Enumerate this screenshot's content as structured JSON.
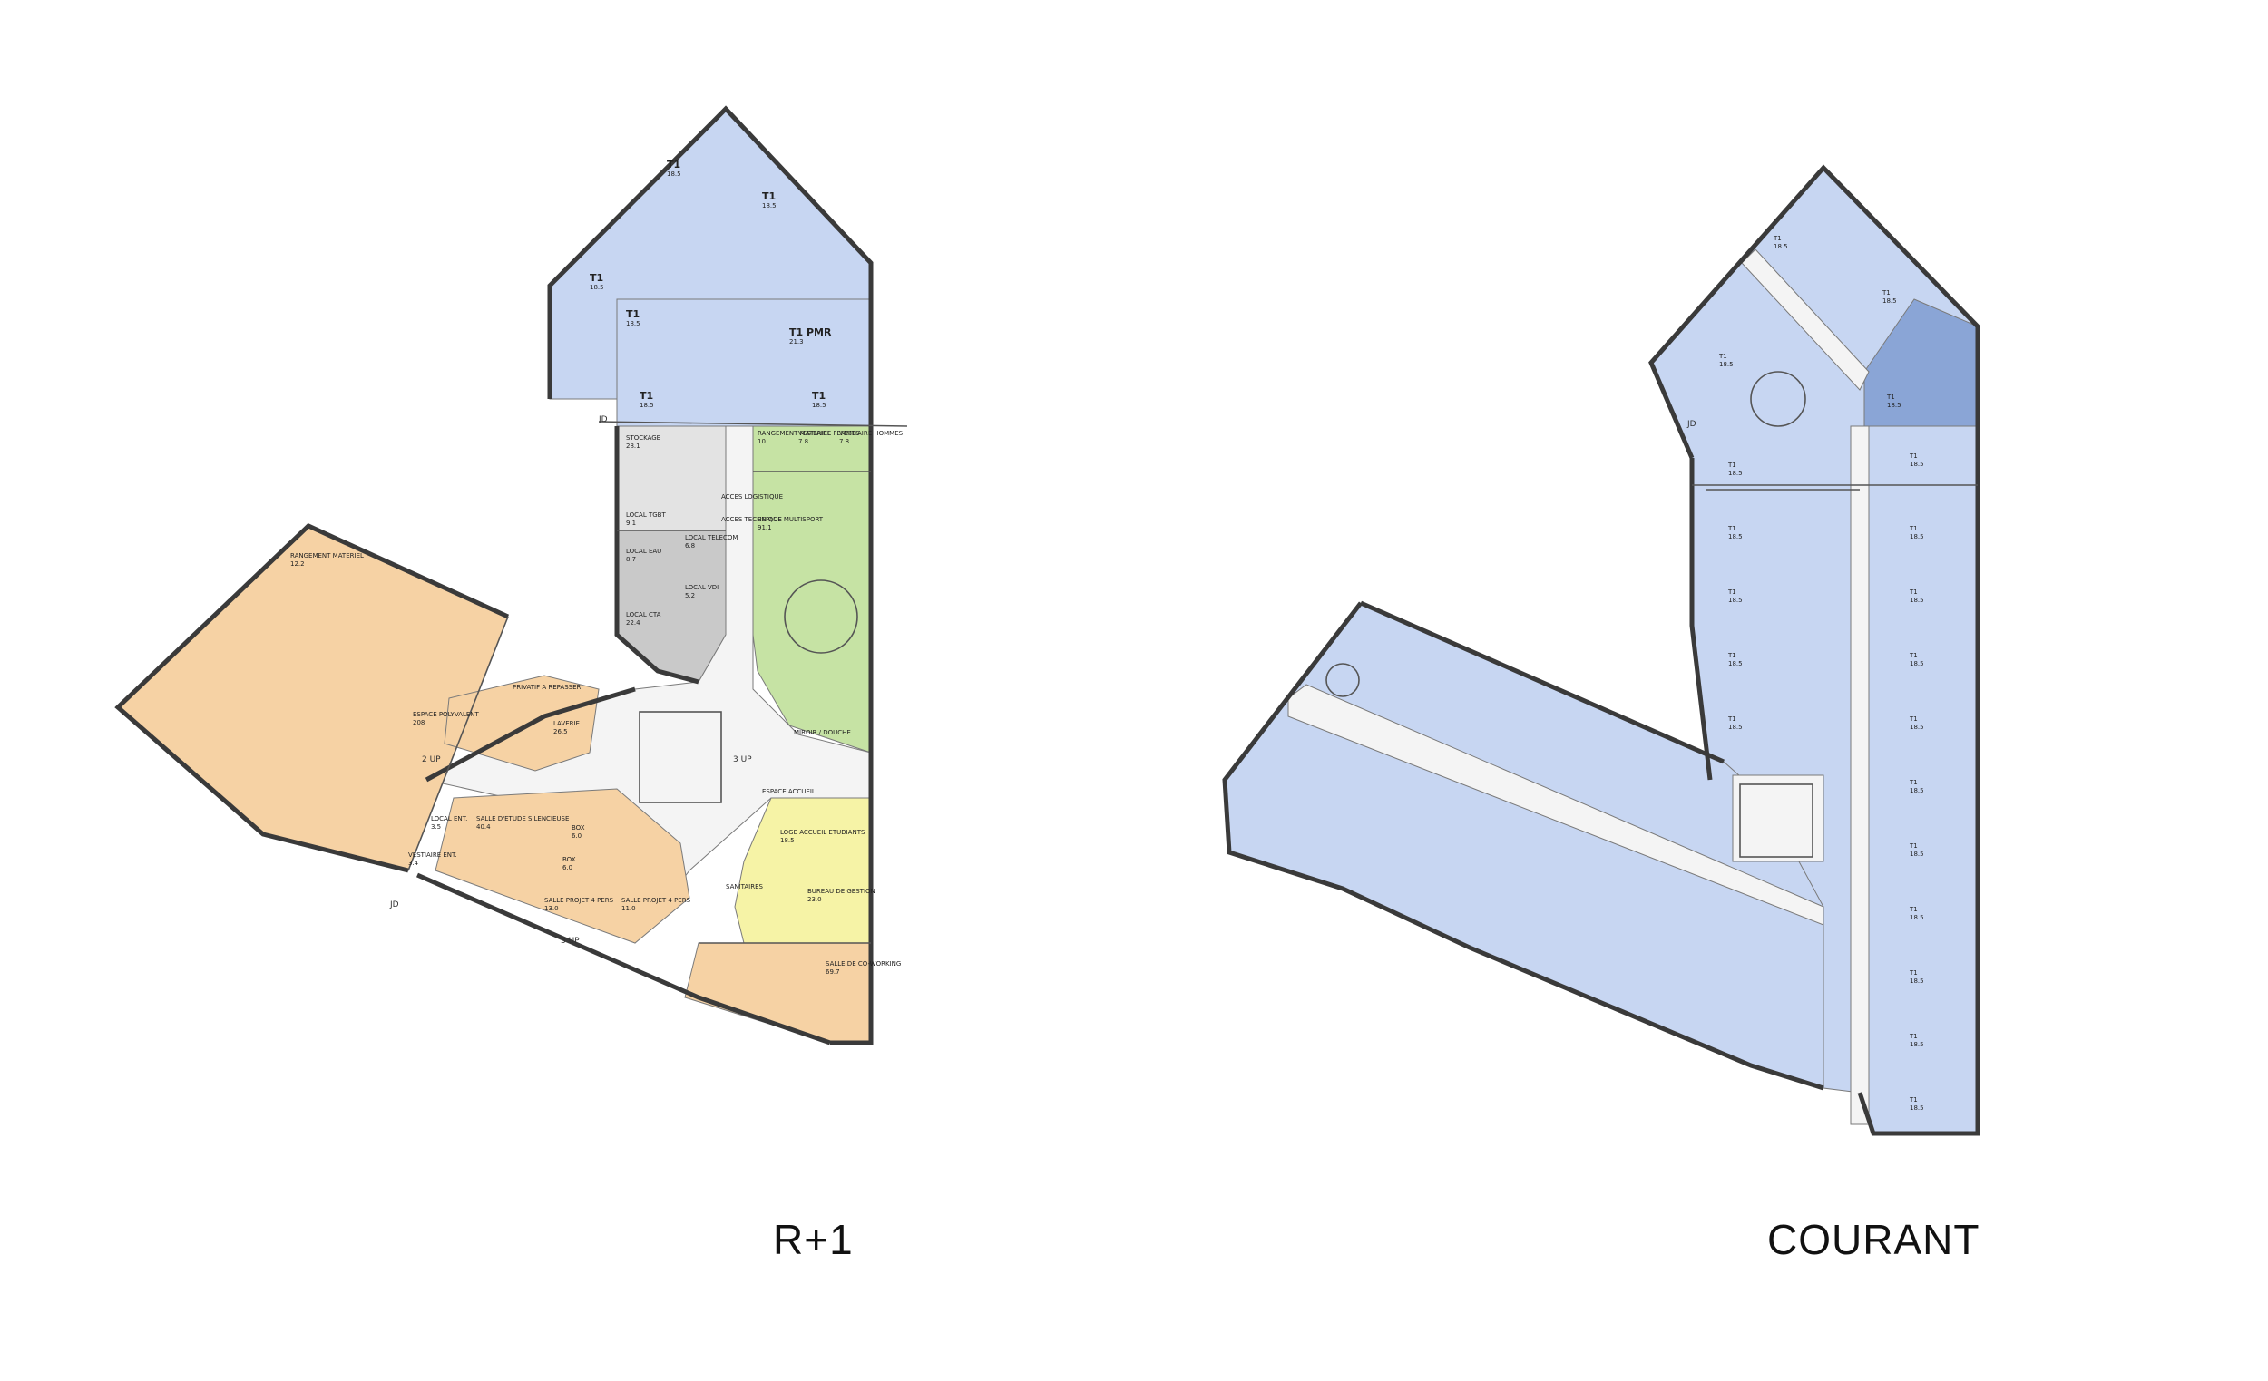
{
  "colors": {
    "housing": "#c7d6f2",
    "housing_dark": "#8aa5d6",
    "shared": "#f6d2a4",
    "technical": "#c9c9c9",
    "technical_light": "#e3e3e3",
    "sport": "#c6e3a4",
    "reception": "#f6f3a6",
    "circulation": "#f4f4f4",
    "wall": "#3a3a3a"
  },
  "plans": [
    {
      "caption": "R+1",
      "rooms": [
        {
          "name": "T1",
          "area": "18.5"
        },
        {
          "name": "T1",
          "area": "18.5"
        },
        {
          "name": "T1",
          "area": "18.5"
        },
        {
          "name": "T1",
          "area": "18.5"
        },
        {
          "name": "T1 PMR",
          "area": "21.3"
        },
        {
          "name": "T1",
          "area": "18.5"
        },
        {
          "name": "T1",
          "area": "18.5"
        },
        {
          "name": "STOCKAGE",
          "area": "28.1"
        },
        {
          "name": "RANGEMENT MATERIEL",
          "area": "10"
        },
        {
          "name": "VESTIAIRE FEMMES",
          "area": "7.8"
        },
        {
          "name": "VESTIAIRE HOMMES",
          "area": "7.8"
        },
        {
          "name": "ACCES LOGISTIQUE",
          "area": ""
        },
        {
          "name": "ACCES TECHNIQUE",
          "area": ""
        },
        {
          "name": "ESPACE MULTISPORT",
          "area": "91.1"
        },
        {
          "name": "LOCAL TGBT",
          "area": "9.1"
        },
        {
          "name": "LOCAL TELECOM",
          "area": "6.8"
        },
        {
          "name": "LOCAL EAU",
          "area": "8.7"
        },
        {
          "name": "LOCAL VDI",
          "area": "5.2"
        },
        {
          "name": "LOCAL CTA",
          "area": "22.4"
        },
        {
          "name": "RANGEMENT MATERIEL",
          "area": "12.2"
        },
        {
          "name": "ESPACE POLYVALENT",
          "area": "208"
        },
        {
          "name": "PRIVATIF A REPASSER",
          "area": ""
        },
        {
          "name": "LAVERIE",
          "area": "26.5"
        },
        {
          "name": "ESPACE ACCUEIL",
          "area": ""
        },
        {
          "name": "LOCAL ENT.",
          "area": "3.5"
        },
        {
          "name": "VESTIAIRE ENT.",
          "area": "3.4"
        },
        {
          "name": "SALLE D'ETUDE SILENCIEUSE",
          "area": "40.4"
        },
        {
          "name": "BOX",
          "area": "6.0"
        },
        {
          "name": "BOX",
          "area": "6.0"
        },
        {
          "name": "SALLE PROJET 4 PERS",
          "area": "13.0"
        },
        {
          "name": "SALLE PROJET 4 PERS",
          "area": "11.0"
        },
        {
          "name": "SANITAIRES",
          "area": ""
        },
        {
          "name": "LOGE ACCUEIL ETUDIANTS",
          "area": "18.5"
        },
        {
          "name": "BUREAU DE GESTION",
          "area": "23.0"
        },
        {
          "name": "SALLE DE CO-WORKING",
          "area": "69.7"
        },
        {
          "name": "MIROIR / DOUCHE",
          "area": ""
        }
      ],
      "markers": [
        "JD",
        "JD",
        "2 UP",
        "3 UP",
        "3 UP"
      ]
    },
    {
      "caption": "COURANT",
      "rooms": [
        {
          "name": "T1",
          "area": "18.5"
        },
        {
          "name": "T1",
          "area": "18.5"
        },
        {
          "name": "T1",
          "area": "18.5"
        },
        {
          "name": "T1",
          "area": "18.5"
        },
        {
          "name": "T1",
          "area": "18.5"
        },
        {
          "name": "T1",
          "area": "18.5"
        },
        {
          "name": "T1",
          "area": "18.5"
        },
        {
          "name": "T1",
          "area": "18.5"
        },
        {
          "name": "T1",
          "area": "18.5"
        },
        {
          "name": "T1",
          "area": "18.5"
        },
        {
          "name": "T1",
          "area": "18.5"
        },
        {
          "name": "T1",
          "area": "18.5"
        },
        {
          "name": "T1",
          "area": "18.5"
        },
        {
          "name": "T1",
          "area": "18.5"
        },
        {
          "name": "T1",
          "area": "18.5"
        },
        {
          "name": "T1",
          "area": "18.5"
        },
        {
          "name": "T1",
          "area": "18.5"
        },
        {
          "name": "T1",
          "area": "18.5"
        },
        {
          "name": "T1",
          "area": "18.5"
        },
        {
          "name": "T1",
          "area": "18.5"
        }
      ],
      "markers": [
        "JD"
      ]
    }
  ]
}
